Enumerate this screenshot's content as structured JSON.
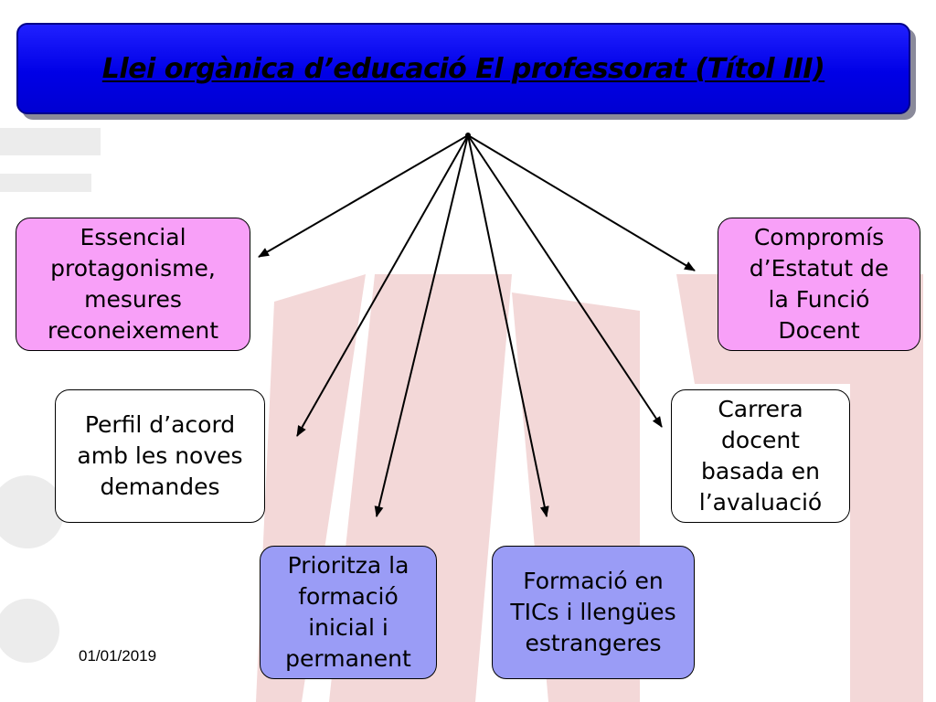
{
  "title": "Llei orgànica d’educació  El professorat (Títol III)",
  "nodes": {
    "essencial": "Essencial protagonisme, mesures reconeixement",
    "compromis": "Compromís d’Estatut de la Funció Docent",
    "perfil": "Perfil d’acord amb les noves demandes",
    "carrera": "Carrera docent basada en l’avaluació",
    "prioritza": "Prioritza la formació inicial i permanent",
    "formacio": "Formació en TICs i llengües estrangeres"
  },
  "footer": {
    "date": "01/01/2019"
  },
  "colors": {
    "title_bg": "#0000e6",
    "pink_node": "#f8a0f8",
    "white_node": "#ffffff",
    "blue_node": "#9a9cf6"
  }
}
